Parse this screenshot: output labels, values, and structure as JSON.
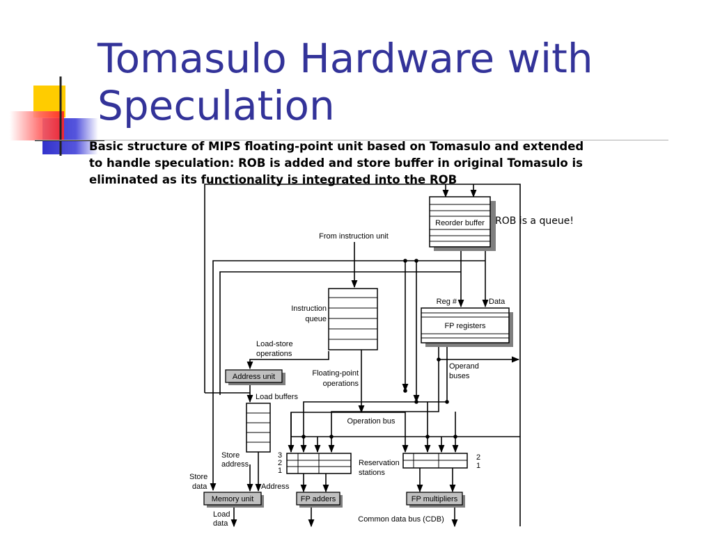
{
  "slide": {
    "title_lines": [
      "Tomasulo Hardware with",
      "Speculation"
    ],
    "caption_lines": [
      "Basic structure of MIPS floating-point unit based on Tomasulo and extended",
      "to handle speculation: ROB is added and store buffer in original Tomasulo is",
      "eliminated as its functionality is integrated into the ROB"
    ],
    "note": "ROB is a queue!"
  },
  "diagram": {
    "reorder_buffer": "Reorder buffer",
    "from_instruction_unit": "From instruction unit",
    "instruction_queue": [
      "Instruction",
      "queue"
    ],
    "reg_num": "Reg #",
    "data": "Data",
    "fp_registers": "FP registers",
    "load_store_ops": [
      "Load-store",
      "operations"
    ],
    "address_unit": "Address unit",
    "fp_ops": [
      "Floating-point",
      "operations"
    ],
    "operand_buses": [
      "Operand",
      "buses"
    ],
    "load_buffers": "Load buffers",
    "operation_bus": "Operation bus",
    "store_address": [
      "Store",
      "address"
    ],
    "rs_numbers_left": [
      "3",
      "2",
      "1"
    ],
    "rs_numbers_right": [
      "2",
      "1"
    ],
    "reservation_stations": [
      "Reservation",
      "stations"
    ],
    "store_data": [
      "Store",
      "data"
    ],
    "address": "Address",
    "memory_unit": "Memory unit",
    "fp_adders": "FP adders",
    "fp_multipliers": "FP multipliers",
    "load_data": [
      "Load",
      "data"
    ],
    "cdb": "Common data bus (CDB)"
  },
  "colors": {
    "title": "#333399",
    "deco_yellow": "#ffcc00",
    "deco_blue": "#3333cc",
    "deco_red": "#ff3333",
    "unit_fill": "#c0c0c0",
    "shadow": "#7f7f7f"
  }
}
